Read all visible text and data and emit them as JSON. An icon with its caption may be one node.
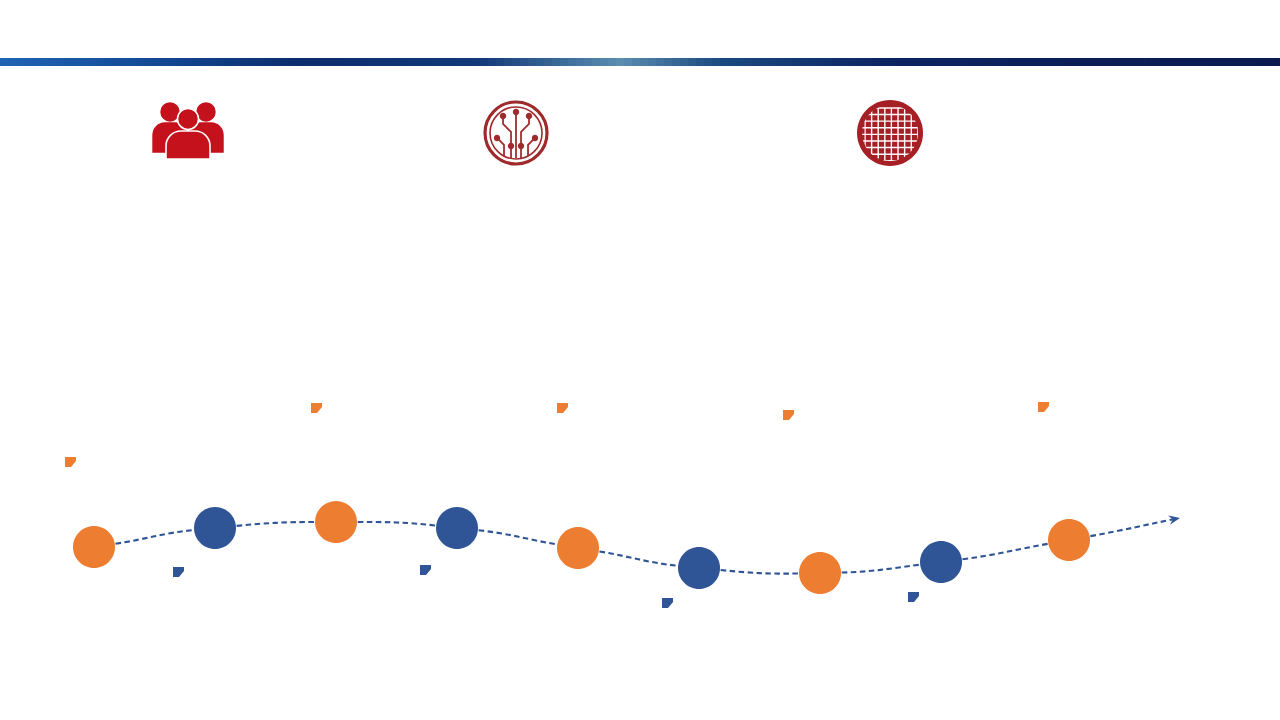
{
  "diagram": {
    "nodes": [
      {
        "text": [],
        "shape": "circle"
      },
      {
        "text": [],
        "shape": "circle"
      },
      {
        "text": [],
        "shape": "circle"
      },
      {
        "text": [],
        "shape": "circle"
      },
      {
        "text": [],
        "shape": "circle"
      },
      {
        "text": [],
        "shape": "circle"
      },
      {
        "text": [],
        "shape": "circle"
      },
      {
        "text": [],
        "shape": "circle"
      },
      {
        "text": [],
        "shape": "circle"
      }
    ],
    "edges": [
      {
        "from": 0,
        "to": 1,
        "arrow": "none",
        "style": "dashed"
      },
      {
        "from": 1,
        "to": 2,
        "arrow": "none",
        "style": "dashed"
      },
      {
        "from": 2,
        "to": 3,
        "arrow": "none",
        "style": "dashed"
      },
      {
        "from": 3,
        "to": 4,
        "arrow": "none",
        "style": "dashed"
      },
      {
        "from": 4,
        "to": 5,
        "arrow": "none",
        "style": "dashed"
      },
      {
        "from": 5,
        "to": 6,
        "arrow": "none",
        "style": "dashed"
      },
      {
        "from": 6,
        "to": 7,
        "arrow": "none",
        "style": "dashed"
      },
      {
        "from": 7,
        "to": 8,
        "arrow": "none",
        "style": "dashed"
      },
      {
        "from": 8,
        "to": null,
        "arrow": "to",
        "style": "dashed"
      }
    ]
  }
}
